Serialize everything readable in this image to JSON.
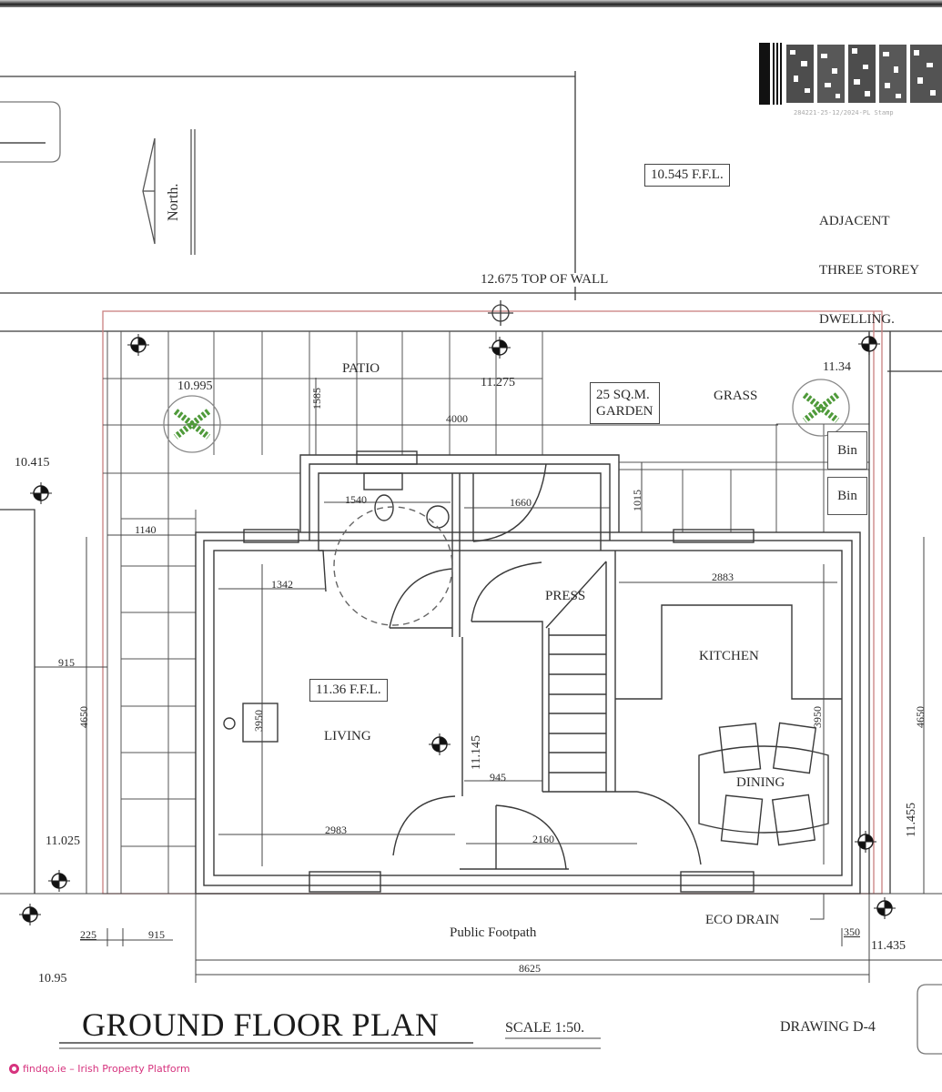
{
  "document": {
    "title": "GROUND FLOOR PLAN",
    "scale": "SCALE 1:50.",
    "drawing_number": "DRAWING D-4",
    "north_label": "North.",
    "barcode_caption": "284221-25-12/2024-PL  Stamp"
  },
  "site_labels": {
    "top_of_wall": "12.675 TOP OF WALL",
    "adjacent_ffl": "10.545 F.F.L.",
    "adjacent_dwelling": [
      "ADJACENT",
      "THREE STOREY",
      "DWELLING."
    ],
    "patio": "PATIO",
    "garden_area": [
      "25 SQ.M.",
      "GARDEN"
    ],
    "grass": "GRASS",
    "bins": [
      "Bin",
      "Bin"
    ],
    "public_footpath": "Public Footpath",
    "eco_drain": "ECO DRAIN"
  },
  "rooms": {
    "living": "LIVING",
    "living_ffl": "11.36 F.F.L.",
    "press": "PRESS",
    "kitchen": "KITCHEN",
    "dining": "DINING"
  },
  "levels": {
    "l_10995": "10.995",
    "l_11275": "11.275",
    "l_1134": "11.34",
    "l_10415": "10.415",
    "l_11025": "11.025",
    "l_1095": "10.95",
    "l_11145": "11.145",
    "l_11455": "11.455",
    "l_11435": "11.435"
  },
  "dimensions": {
    "d_1585": "1585",
    "d_4000": "4000",
    "d_1015": "1015",
    "d_1540": "1540",
    "d_1660": "1660",
    "d_1140": "1140",
    "d_915_left": "915",
    "d_4650_left": "4650",
    "d_1342": "1342",
    "d_3950_living": "3950",
    "d_2983": "2983",
    "d_945": "945",
    "d_2160": "2160",
    "d_2883": "2883",
    "d_3950_kitchen": "3950",
    "d_4650_right": "4650",
    "d_225": "225",
    "d_915_bottom": "915",
    "d_350": "350",
    "d_8625": "8625"
  },
  "colors": {
    "line": "#3a3a3a",
    "boundary_red": "#c98080",
    "tree_green": "#4f9a3a",
    "watermark_pink": "#d6337e"
  },
  "footer": {
    "watermark": "findqo.ie – Irish Property Platform"
  }
}
